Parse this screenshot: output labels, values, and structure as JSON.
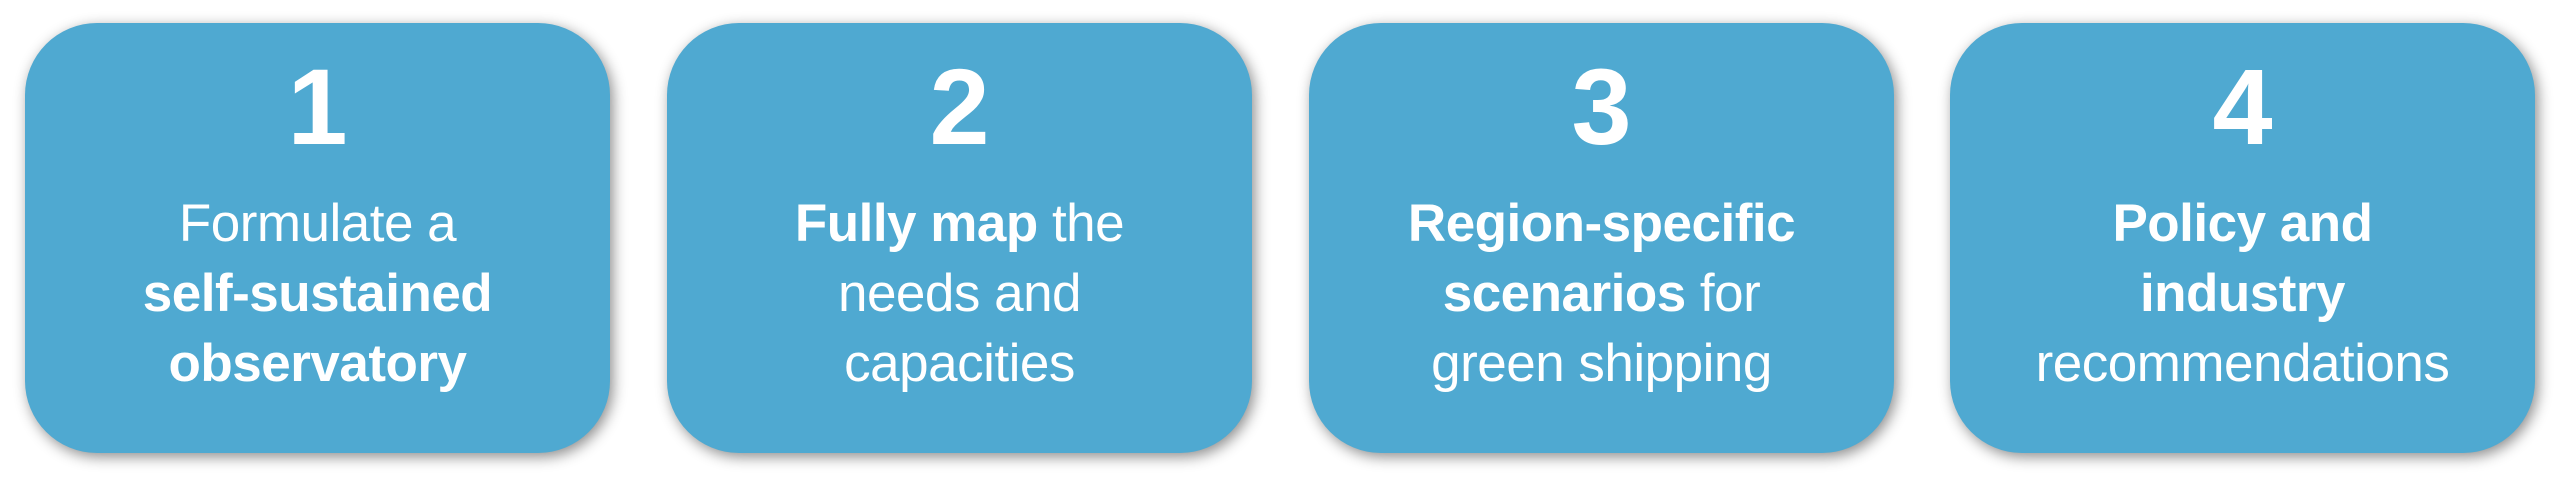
{
  "colors": {
    "card_fill": "#4FA9D1",
    "text": "#FFFFFF",
    "background": "#FFFFFF"
  },
  "steps": [
    {
      "number": "1",
      "lines": [
        {
          "segments": [
            {
              "text": "Formulate a",
              "bold": false
            }
          ]
        },
        {
          "segments": [
            {
              "text": "self-sustained",
              "bold": true
            }
          ]
        },
        {
          "segments": [
            {
              "text": "observatory",
              "bold": true
            }
          ]
        }
      ],
      "l0a": "Formulate a",
      "l1a": "self-sustained",
      "l2a": "observatory"
    },
    {
      "number": "2",
      "lines": [
        {
          "segments": [
            {
              "text": "Fully map",
              "bold": true
            },
            {
              "text": " the",
              "bold": false
            }
          ]
        },
        {
          "segments": [
            {
              "text": "needs and",
              "bold": false
            }
          ]
        },
        {
          "segments": [
            {
              "text": "capacities",
              "bold": false
            }
          ]
        }
      ],
      "l0a": "Fully map",
      "l0b": " the",
      "l1a": "needs and",
      "l2a": "capacities"
    },
    {
      "number": "3",
      "lines": [
        {
          "segments": [
            {
              "text": "Region-specific",
              "bold": true
            }
          ]
        },
        {
          "segments": [
            {
              "text": "scenarios",
              "bold": true
            },
            {
              "text": " for",
              "bold": false
            }
          ]
        },
        {
          "segments": [
            {
              "text": "green shipping",
              "bold": false
            }
          ]
        }
      ],
      "l0a": "Region-specific",
      "l1a": "scenarios",
      "l1b": " for",
      "l2a": "green shipping"
    },
    {
      "number": "4",
      "lines": [
        {
          "segments": [
            {
              "text": "Policy and",
              "bold": true
            }
          ]
        },
        {
          "segments": [
            {
              "text": "industry",
              "bold": true
            }
          ]
        },
        {
          "segments": [
            {
              "text": "recommendations",
              "bold": false
            }
          ]
        }
      ],
      "l0a": "Policy and",
      "l1a": "industry",
      "l2a": "recommendations"
    }
  ]
}
